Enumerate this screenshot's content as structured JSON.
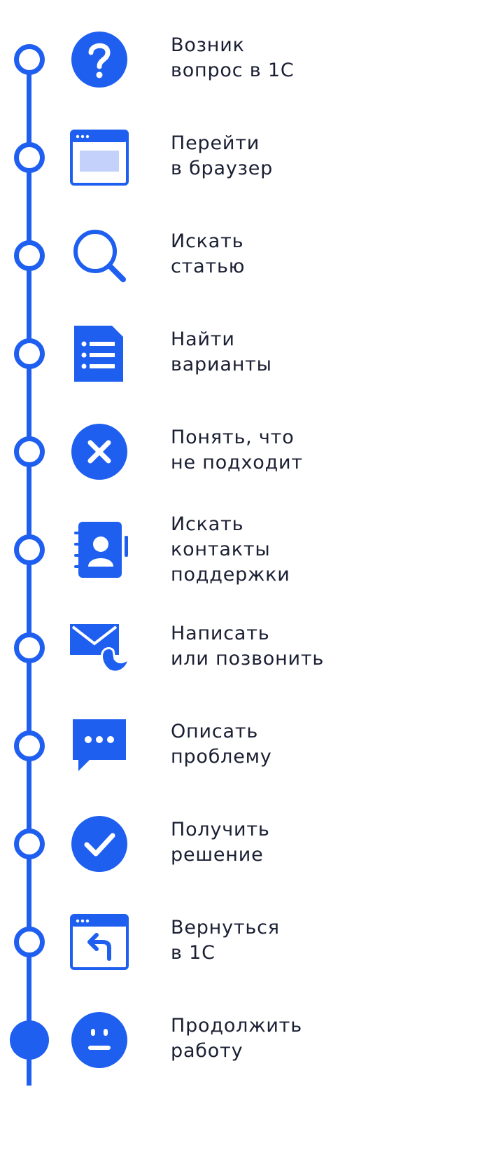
{
  "accent_color": "#1f5ff0",
  "steps": [
    {
      "icon": "question-icon",
      "label": "Возник\nвопрос в 1С"
    },
    {
      "icon": "browser-window-icon",
      "label": "Перейти\nв браузер"
    },
    {
      "icon": "search-icon",
      "label": "Искать\nстатью"
    },
    {
      "icon": "document-list-icon",
      "label": "Найти\nварианты"
    },
    {
      "icon": "close-circle-icon",
      "label": "Понять, что\nне подходит"
    },
    {
      "icon": "contacts-book-icon",
      "label": "Искать\nконтакты\nподдержки"
    },
    {
      "icon": "mail-phone-icon",
      "label": "Написать\nили позвонить"
    },
    {
      "icon": "chat-bubble-icon",
      "label": "Описать\nпроблему"
    },
    {
      "icon": "check-circle-icon",
      "label": "Получить\nрешение"
    },
    {
      "icon": "browser-return-icon",
      "label": "Вернуться\nв 1С"
    },
    {
      "icon": "neutral-face-icon",
      "label": "Продолжить\nработу"
    }
  ]
}
